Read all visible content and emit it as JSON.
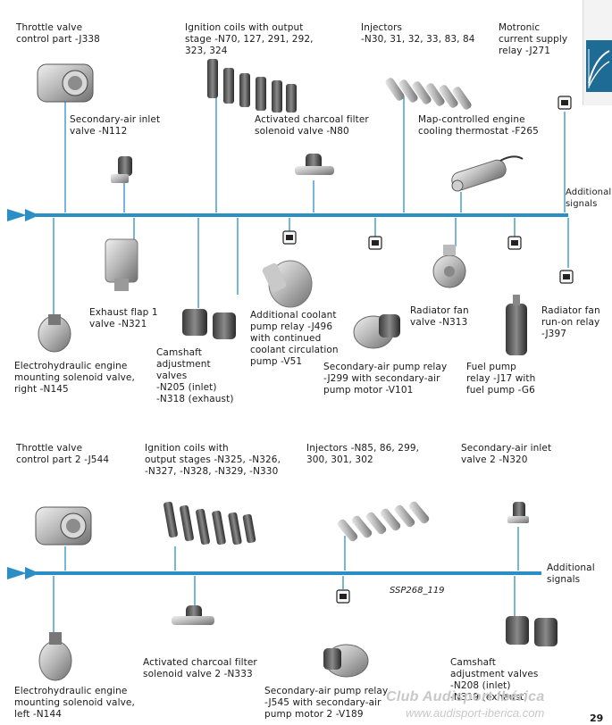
{
  "section1": {
    "throttle_valve": [
      "Throttle valve",
      "control part -J338"
    ],
    "ignition_coils": [
      "Ignition coils with output",
      "stage -N70, 127, 291, 292,",
      "323, 324"
    ],
    "injectors": [
      "Injectors",
      "-N30, 31, 32, 33, 83, 84"
    ],
    "motronic_relay": [
      "Motronic",
      "current supply",
      "relay -J271"
    ],
    "secondary_air_inlet_valve": [
      "Secondary-air inlet",
      "valve -N112"
    ],
    "charcoal_filter": [
      "Activated charcoal filter",
      "solenoid valve -N80"
    ],
    "thermostat": [
      "Map-controlled engine",
      "cooling thermostat -F265"
    ],
    "additional_signals": [
      "Additional",
      "signals"
    ],
    "exhaust_flap": [
      "Exhaust flap 1",
      "valve -N321"
    ],
    "camshaft": [
      "Camshaft",
      "adjustment",
      "valves",
      "-N205 (inlet)",
      "-N318 (exhaust)"
    ],
    "coolant_pump_relay": [
      "Additional coolant",
      "pump relay -J496",
      "with continued",
      "coolant circulation",
      "pump -V51"
    ],
    "radiator_fan_valve": [
      "Radiator fan",
      "valve -N313"
    ],
    "radiator_fan_relay": [
      "Radiator fan",
      "run-on relay",
      "-J397"
    ],
    "engine_mount_right": [
      "Electrohydraulic engine",
      "mounting solenoid valve,",
      "right -N145"
    ],
    "secondary_air_pump": [
      "Secondary-air pump relay",
      "-J299 with secondary-air",
      "pump motor -V101"
    ],
    "fuel_pump": [
      "Fuel pump",
      "relay -J17 with",
      "fuel pump -G6"
    ]
  },
  "section2": {
    "throttle_valve_2": [
      "Throttle valve",
      "control part 2 -J544"
    ],
    "ignition_coils_2": [
      "Ignition coils with",
      "output stages -N325, -N326,",
      "-N327, -N328, -N329, -N330"
    ],
    "injectors_2": [
      "Injectors -N85, 86, 299,",
      "300, 301, 302"
    ],
    "secondary_air_inlet_valve_2": [
      "Secondary-air inlet",
      "valve 2 -N320"
    ],
    "additional_signals_2": [
      "Additional",
      "signals"
    ],
    "figure_ref": "SSP268_119",
    "charcoal_filter_2": [
      "Activated charcoal filter",
      "solenoid valve 2 -N333"
    ],
    "engine_mount_left": [
      "Electrohydraulic engine",
      "mounting solenoid valve,",
      "left -N144"
    ],
    "secondary_air_pump_2": [
      "Secondary-air pump relay",
      "-J545 with secondary-air",
      "pump motor 2 -V189"
    ],
    "camshaft_2": [
      "Camshaft",
      "adjustment valves",
      "-N208 (inlet)",
      "-N319 (exhaust)"
    ]
  },
  "watermark": {
    "name": "Club Audisport Ibérica",
    "url": "www.audisport-iberica.com"
  },
  "page_number": "29",
  "colors": {
    "line": "#2b8fc6",
    "accent": "#1e6b96",
    "component": "#b9b9b9",
    "text": "#1a1a1a"
  }
}
